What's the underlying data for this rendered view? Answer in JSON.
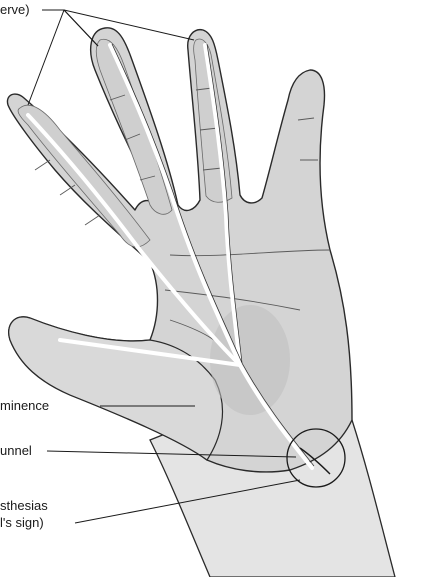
{
  "labels": {
    "nerve": "erve)",
    "thenar": "minence",
    "tunnel": "unnel",
    "paresthesias": "sthesias",
    "tinel": "l's sign)"
  },
  "colors": {
    "skin": "#d4d4d4",
    "skin_light": "#e6e6e6",
    "outline": "#2a2a2a",
    "nerve": "#ffffff",
    "leader": "#1a1a1a"
  }
}
